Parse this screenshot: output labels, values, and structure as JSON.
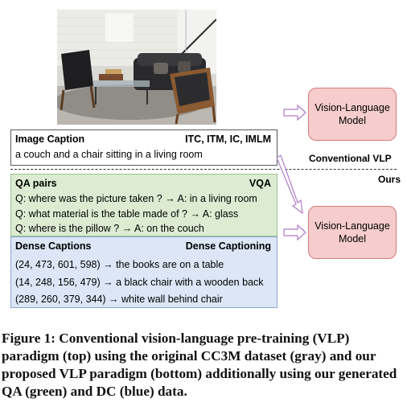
{
  "image_caption": {
    "label": "Image Caption",
    "tasks": "ITC, ITM, IC, IMLM",
    "text": "a couch and a chair sitting in a living room"
  },
  "qa": {
    "label": "QA pairs",
    "task": "VQA",
    "lines": [
      "Q: where was the picture taken ? → A: in a living room",
      "Q: what material is the table made of ? → A: glass",
      "Q: where is the pillow ? → A: on the couch"
    ]
  },
  "dense": {
    "label": "Dense Captions",
    "task": "Dense Captioning",
    "lines": [
      "(24, 473, 601, 598) → the books are on a table",
      "(14, 248, 156, 479) → a black chair with a wooden back",
      "(289, 260, 379, 344) → white wall behind chair"
    ]
  },
  "vlm_top": {
    "line1": "Vision-Language",
    "line2": "Model"
  },
  "vlm_bottom": {
    "line1": "Vision-Language",
    "line2": "Model"
  },
  "labels": {
    "conventional": "Conventional VLP",
    "ours": "Ours"
  },
  "figure_caption": "Figure 1: Conventional vision-language pre-training (VLP) paradigm (top) using the original CC3M dataset (gray) and our proposed VLP paradigm (bottom) additionally using our generated QA (green) and DC (blue) data.",
  "colors": {
    "gray_box_border": "#5a5a5a",
    "green_box": "#dcebd2",
    "blue_box": "#dce6f6",
    "model_box": "#f6cccc",
    "arrow": "#b07cc8"
  },
  "icons": [
    "living-room-photo",
    "arrow-right-icon",
    "arrow-diagonal-icon"
  ]
}
